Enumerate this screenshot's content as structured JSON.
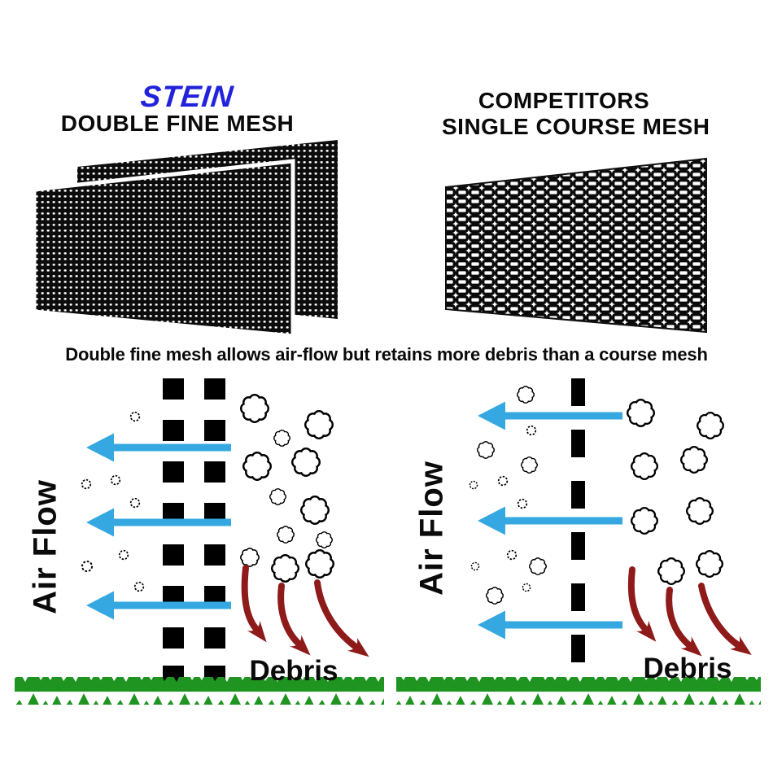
{
  "header": {
    "left": {
      "brand": "STEIN",
      "title": "DOUBLE FINE MESH"
    },
    "right": {
      "line1": "COMPETITORS",
      "line2": "SINGLE COURSE MESH"
    }
  },
  "caption": "Double fine mesh allows air-flow but retains more debris than a course mesh",
  "diagrams": {
    "left": {
      "air_flow_label": "Air Flow",
      "debris_label": "Debris"
    },
    "right": {
      "air_flow_label": "Air Flow",
      "debris_label": "Debris"
    }
  },
  "colors": {
    "brand_blue": "#2222dd",
    "air_flow_arrow_blue": "#35a8e1",
    "debris_arrow_red": "#8e1a1a",
    "grass_green": "#1f9421",
    "mesh_black": "#0c0c0c"
  }
}
